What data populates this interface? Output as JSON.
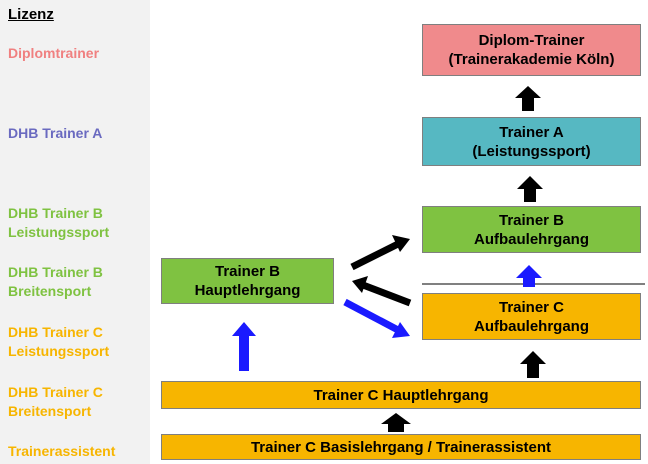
{
  "legend": {
    "heading": "Lizenz",
    "items": [
      {
        "label": "Diplomtrainer",
        "color": "#f08080"
      },
      {
        "label": "DHB Trainer A",
        "color": "#6a6ac0"
      },
      {
        "label": "DHB Trainer B\nLeistungssport",
        "color": "#7fc241"
      },
      {
        "label": "DHB Trainer B\nBreitensport",
        "color": "#7fc241"
      },
      {
        "label": "DHB Trainer C\nLeistungssport",
        "color": "#f7b500"
      },
      {
        "label": "DHB Trainer C\nBreitensport",
        "color": "#f7b500"
      },
      {
        "label": "Trainerassistent",
        "color": "#f7b500"
      }
    ]
  },
  "boxes": {
    "diplom": {
      "label": "Diplom-Trainer\n(Trainerakademie Köln)",
      "color": "#f08a8c"
    },
    "trainer_a": {
      "label": "Trainer A\n(Leistungssport)",
      "color": "#56b8c2"
    },
    "trainer_b_aufbau": {
      "label": "Trainer B\nAufbaulehrgang",
      "color": "#7fc241"
    },
    "trainer_b_haupt": {
      "label": "Trainer B\nHauptlehrgang",
      "color": "#7fc241"
    },
    "trainer_c_aufbau": {
      "label": "Trainer C\nAufbaulehrgang",
      "color": "#f7b500"
    },
    "trainer_c_haupt": {
      "label": "Trainer C Hauptlehrgang",
      "color": "#f7b500"
    },
    "trainer_c_basis": {
      "label": "Trainer C Basislehrgang  / Trainerassistent",
      "color": "#f7b500"
    }
  },
  "arrow_colors": {
    "black": "#000000",
    "blue": "#1a1aff"
  }
}
